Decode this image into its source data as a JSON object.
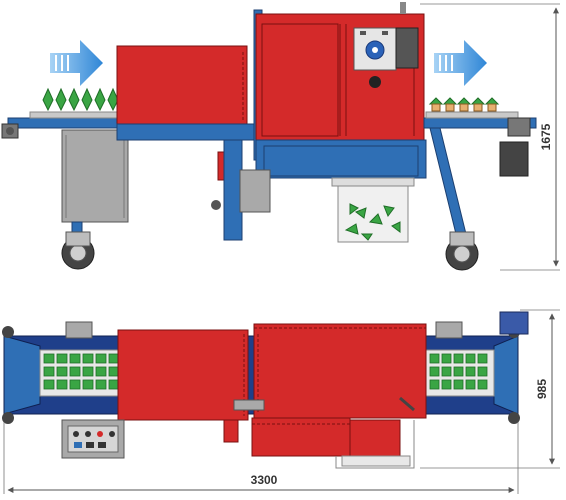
{
  "dimensions": {
    "height_side_view": "1675",
    "width_top_view": "985",
    "total_length": "3300"
  },
  "colors": {
    "red": "#d42a2a",
    "blue": "#2f6fb5",
    "dark_blue": "#1f3f8a",
    "grey": "#a9a9a9",
    "arrow": "#3a8fd8",
    "plant": "#3aa544",
    "pot": "#e7b070"
  }
}
